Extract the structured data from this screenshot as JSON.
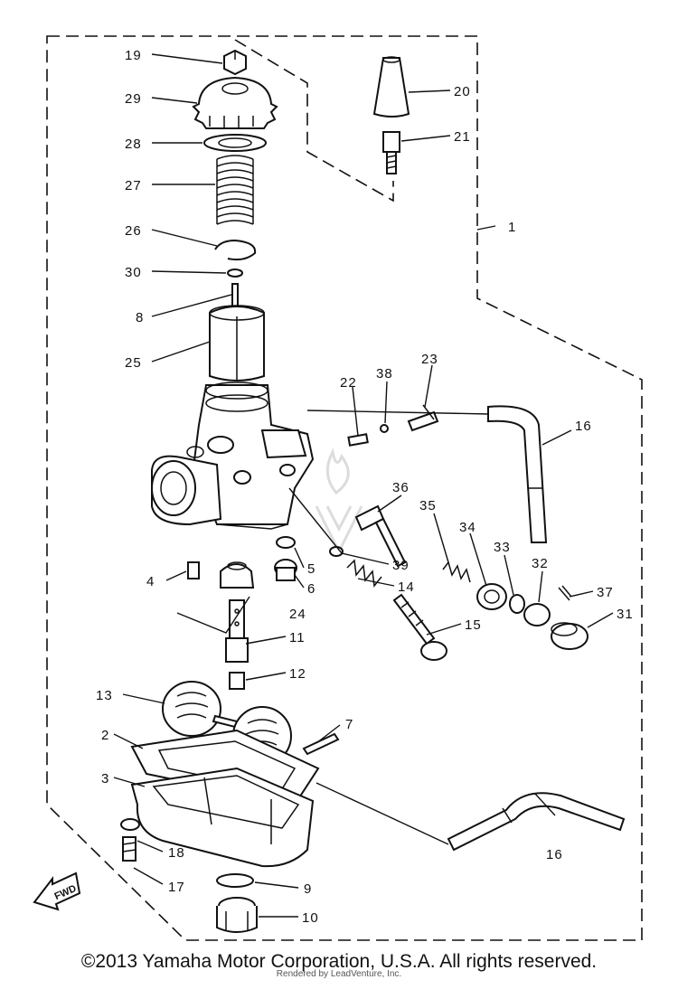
{
  "diagram": {
    "part_numbers": [
      "1",
      "2",
      "3",
      "4",
      "5",
      "6",
      "7",
      "8",
      "9",
      "10",
      "11",
      "12",
      "13",
      "14",
      "15",
      "16",
      "16",
      "17",
      "18",
      "19",
      "20",
      "21",
      "22",
      "23",
      "24",
      "25",
      "26",
      "27",
      "28",
      "29",
      "30",
      "31",
      "32",
      "33",
      "34",
      "35",
      "36",
      "37",
      "38",
      "39"
    ],
    "direction_tag": "FWD"
  },
  "footer": {
    "copyright": "©2013 Yamaha Motor Corporation, U.S.A. All rights reserved.",
    "watermark": "Rendered by LeadVenture, Inc."
  }
}
